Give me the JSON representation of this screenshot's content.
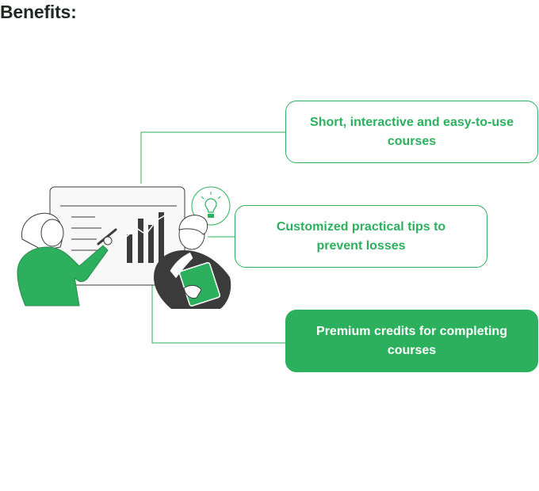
{
  "heading": "Benefits:",
  "benefits": [
    {
      "text": "Short, interactive and easy-to-use courses",
      "style": "outline"
    },
    {
      "text": "Customized practical tips to prevent losses",
      "style": "outline"
    },
    {
      "text": "Premium credits for completing courses",
      "style": "filled"
    }
  ],
  "colors": {
    "accent": "#2cb05d",
    "heading": "#1f2a24",
    "dark_figure": "#3b3b3b",
    "line": "#2cb05d"
  },
  "icons": [
    "presentation-board-icon",
    "bar-chart-icon",
    "lightbulb-icon",
    "woman-presenter-icon",
    "man-thinking-icon"
  ]
}
